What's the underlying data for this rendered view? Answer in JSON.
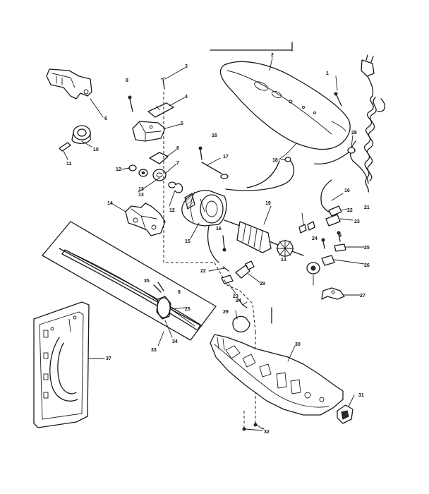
{
  "callouts": [
    {
      "key": "c1",
      "text": "1"
    },
    {
      "key": "c2",
      "text": "2"
    },
    {
      "key": "c3",
      "text": "3"
    },
    {
      "key": "c4",
      "text": "4"
    },
    {
      "key": "c5",
      "text": "5"
    },
    {
      "key": "c6",
      "text": "6"
    },
    {
      "key": "c6b",
      "text": "6"
    },
    {
      "key": "c7",
      "text": "7"
    },
    {
      "key": "c8",
      "text": "8"
    },
    {
      "key": "c8b",
      "text": "8"
    },
    {
      "key": "c9",
      "text": "9"
    },
    {
      "key": "c10",
      "text": "10"
    },
    {
      "key": "c11",
      "text": "11"
    },
    {
      "key": "c12",
      "text": "12"
    },
    {
      "key": "c12b",
      "text": "12"
    },
    {
      "key": "c13",
      "text": "13"
    },
    {
      "key": "c13b",
      "text": "13"
    },
    {
      "key": "c14",
      "text": "14"
    },
    {
      "key": "c15",
      "text": "15"
    },
    {
      "key": "c16",
      "text": "16"
    },
    {
      "key": "c16b",
      "text": "16"
    },
    {
      "key": "c16c",
      "text": "16"
    },
    {
      "key": "c17",
      "text": "17"
    },
    {
      "key": "c18",
      "text": "18"
    },
    {
      "key": "c19",
      "text": "19"
    },
    {
      "key": "c21",
      "text": "21"
    },
    {
      "key": "c22",
      "text": "22"
    },
    {
      "key": "c22b",
      "text": "22"
    },
    {
      "key": "c23",
      "text": "23"
    },
    {
      "key": "c23b",
      "text": "23"
    },
    {
      "key": "c24",
      "text": "24"
    },
    {
      "key": "c24b",
      "text": "24"
    },
    {
      "key": "c25",
      "text": "25"
    },
    {
      "key": "c25b",
      "text": "25"
    },
    {
      "key": "c26",
      "text": "26"
    },
    {
      "key": "c27",
      "text": "27"
    },
    {
      "key": "c28",
      "text": "28"
    },
    {
      "key": "c29",
      "text": "29"
    },
    {
      "key": "c29b",
      "text": "29"
    },
    {
      "key": "c30",
      "text": "30"
    },
    {
      "key": "c31",
      "text": "31"
    },
    {
      "key": "c32",
      "text": "32"
    },
    {
      "key": "c33",
      "text": "33"
    },
    {
      "key": "c34",
      "text": "34"
    },
    {
      "key": "c35",
      "text": "35"
    },
    {
      "key": "c37",
      "text": "37"
    }
  ],
  "colors": {
    "line": "#1a1a1a",
    "background": "#ffffff"
  }
}
